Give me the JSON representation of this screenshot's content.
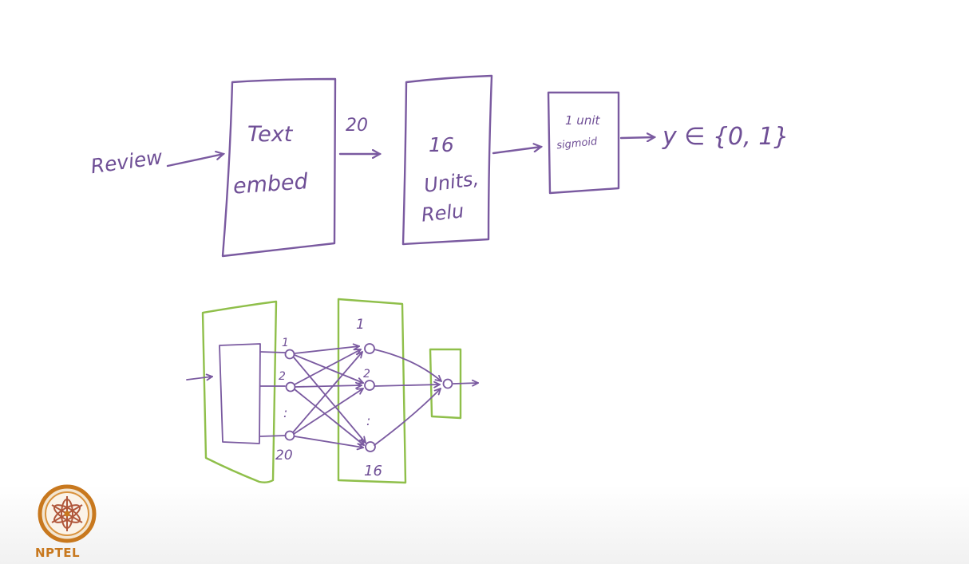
{
  "top_diagram": {
    "input_label": "Review",
    "block1_label_line1": "Text",
    "block1_label_line2": "embed",
    "arrow1_label": "20",
    "block2_line1": "16",
    "block2_line2": "Units,",
    "block2_line3": "Relu",
    "block3_line1": "1 unit",
    "block3_line2": "sigmoid",
    "output_label": "y ∈ {0, 1}"
  },
  "bottom_diagram": {
    "input_node_labels": [
      "1",
      "2",
      ":",
      "20"
    ],
    "hidden_node_labels": [
      "1",
      "2",
      ":",
      "16"
    ]
  },
  "logo": {
    "text": "NPTEL",
    "icon": "nptel-logo-icon"
  },
  "colors": {
    "ink": "#7a5aa0",
    "green": "#8fbf4a",
    "logo": "#c8781e"
  }
}
